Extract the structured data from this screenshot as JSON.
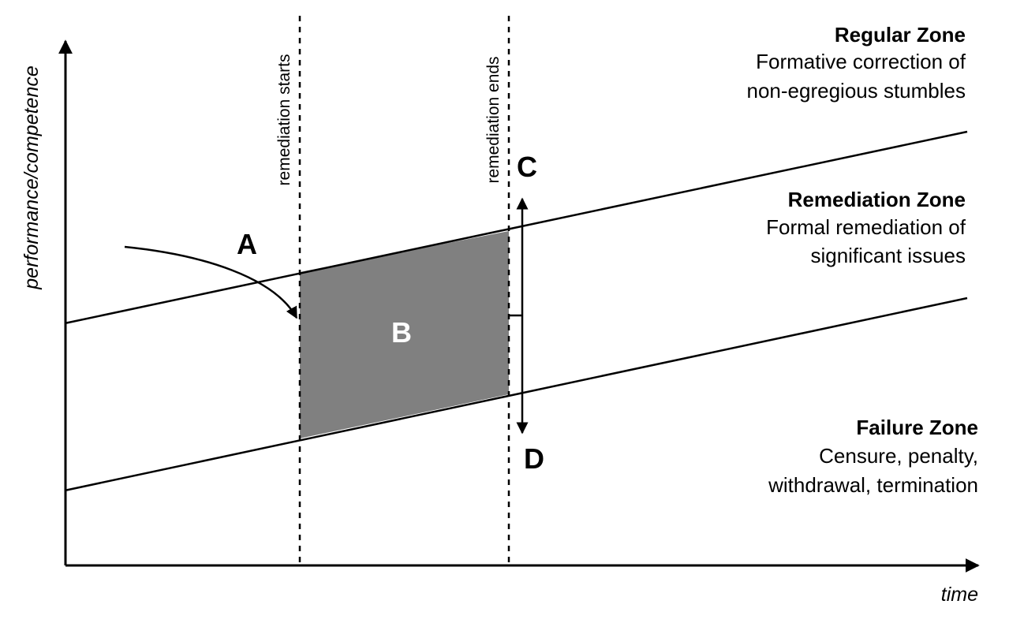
{
  "axes": {
    "y_label": "performance/competence",
    "x_label": "time"
  },
  "markers": {
    "start_label": "remediation starts",
    "end_label": "remediation ends"
  },
  "zones": [
    {
      "title": "Regular Zone",
      "desc": [
        "Formative correction of",
        "non-egregious stumbles"
      ]
    },
    {
      "title": "Remediation Zone",
      "desc": [
        "Formal remediation of",
        "significant issues"
      ]
    },
    {
      "title": "Failure Zone",
      "desc": [
        "Censure, penalty,",
        "withdrawal, termination"
      ]
    }
  ],
  "labels": {
    "a": "A",
    "b": "B",
    "c": "C",
    "d": "D"
  },
  "colors": {
    "remediation_box": "#808080",
    "lines": "#000000"
  }
}
